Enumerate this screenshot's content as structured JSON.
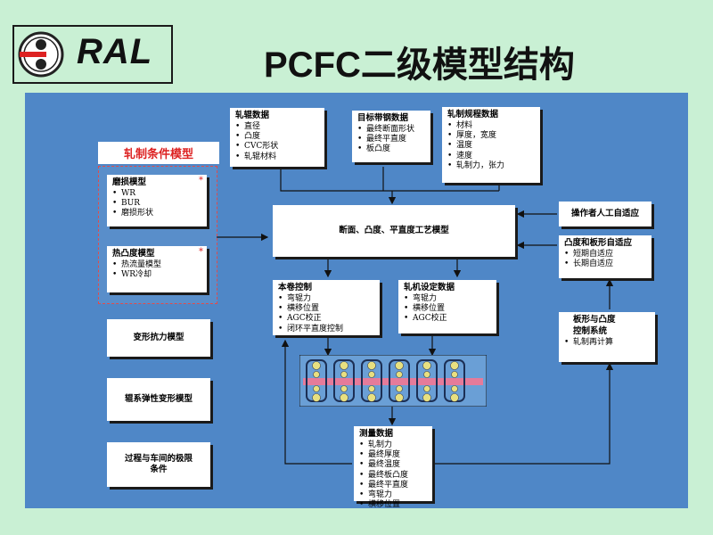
{
  "slide": {
    "title": "PCFC二级模型结构",
    "logo_text": "RAL"
  },
  "colors": {
    "background": "#c9f0d4",
    "panel": "#4f87c7",
    "accent_red": "#d22222",
    "mill_roll": "#e8e080",
    "strip": "#e57b9a"
  },
  "boxes": {
    "roll_data": {
      "title": "轧辊数据",
      "items": [
        "直径",
        "凸度",
        "CVC形状",
        "轧辊材料"
      ]
    },
    "target_strip": {
      "title": "目标带钢数据",
      "items": [
        "最终断面形状",
        "最终平直度",
        "板凸度"
      ]
    },
    "rolling_schedule": {
      "title": "轧制规程数据",
      "items": [
        "材料",
        "厚度，宽度",
        "温度",
        "速度",
        "轧制力，张力"
      ]
    },
    "rolling_condition_model": {
      "title": "轧制条件模型"
    },
    "wear_model": {
      "title": "磨损模型",
      "items": [
        "WR",
        "BUR",
        "磨损形状"
      ],
      "star": "*"
    },
    "thermal_crown_model": {
      "title": "热凸度模型",
      "items": [
        "热流量模型",
        "WR冷却"
      ],
      "star": "*"
    },
    "deformation_model": {
      "title": "变形抗力模型"
    },
    "roll_elastic_model": {
      "title": "辊系弹性变形模型"
    },
    "limit_conditions": {
      "title": "过程与车间的极限条件"
    },
    "process_model": {
      "title": "断面、凸度、平直度工艺模型"
    },
    "operator_adapt": {
      "title": "操作者人工自适应"
    },
    "crown_flatness_adapt": {
      "title": "凸度和板形自适应",
      "items": [
        "短期自适应",
        "长期自适应"
      ]
    },
    "coil_control": {
      "title": "本卷控制",
      "items": [
        "弯辊力",
        "横移位置",
        "AGC校正",
        "闭环平直度控制"
      ]
    },
    "mill_setup": {
      "title": "轧机设定数据",
      "items": [
        "弯辊力",
        "横移位置",
        "AGC校正"
      ]
    },
    "flatness_crown_control": {
      "title": "板形与凸度",
      "subtitle": "控制系统",
      "items": [
        "轧制再计算"
      ]
    },
    "measurement": {
      "title": "测量数据",
      "items": [
        "轧制力",
        "最终厚度",
        "最终温度",
        "最终板凸度",
        "最终平直度",
        "弯辊力",
        "横移位置"
      ]
    }
  }
}
